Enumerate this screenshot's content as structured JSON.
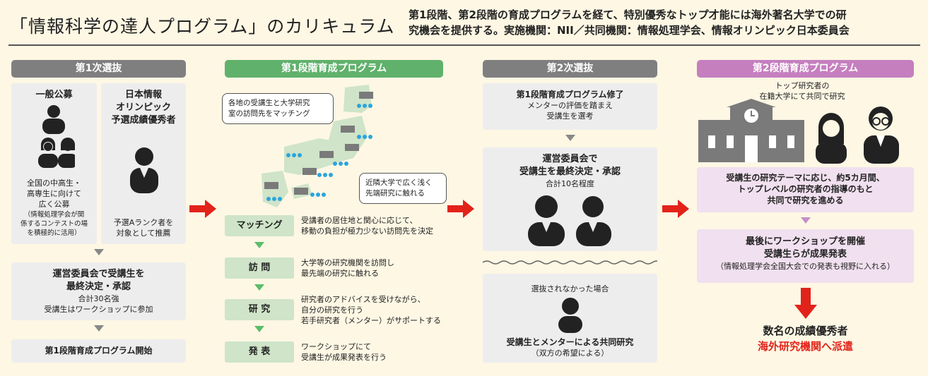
{
  "title": "「情報科学の達人プログラム」のカリキュラム",
  "description_lines": [
    "第1段階、第2段階の育成プログラムを経て、特別優秀なトップ才能には海外著名大学での研",
    "究機会を提供する。実施機関：NII／共同機関：情報処理学会、情報オリンピック日本委員会"
  ],
  "colors": {
    "gray_header": "#807f80",
    "green_header": "#60b16b",
    "purple_header": "#c57fbf",
    "red": "#e2231a",
    "background": "#fdf7e4"
  },
  "col1": {
    "header": "第1次選抜",
    "left": {
      "title": "一般公募",
      "lines": [
        "全国の中高生・",
        "高専生に向けて",
        "広く公募"
      ],
      "note": [
        "（情報処理学会が関",
        "係するコンテストの場",
        "を積極的に活用）"
      ]
    },
    "right": {
      "title": [
        "日本情報",
        "オリンピック",
        "予選成績優秀者"
      ],
      "lines": [
        "予選Aランク者を",
        "対象として推薦"
      ]
    },
    "decision": {
      "lines": [
        "運営委員会で受講生を",
        "最終決定・承認"
      ],
      "sub": [
        "合計30名強",
        "受講生はワークショップに参加"
      ]
    },
    "start": "第1段階育成プログラム開始"
  },
  "col2": {
    "header": "第1段階育成プログラム",
    "bubble1": [
      "各地の受講生と大学研究",
      "室の訪問先をマッチング"
    ],
    "bubble2": [
      "近隣大学で広く浅く",
      "先端研究に触れる"
    ],
    "steps": [
      {
        "label": "マッチング",
        "desc": [
          "受講者の居住地と関心に応じて、",
          "移動の負担が極力少ない訪問先を決定"
        ]
      },
      {
        "label": "訪 問",
        "desc": [
          "大学等の研究機関を訪問し",
          "最先端の研究に触れる"
        ]
      },
      {
        "label": "研 究",
        "desc": [
          "研究者のアドバイスを受けながら、",
          "自分の研究を行う",
          "若手研究者（メンター）がサポートする"
        ]
      },
      {
        "label": "発 表",
        "desc": [
          "ワークショップにて",
          "受講生が成果発表を行う"
        ]
      }
    ]
  },
  "col3": {
    "header": "第2次選抜",
    "box1": {
      "title": "第1段階育成プログラム修了",
      "lines": [
        "メンターの評価を踏まえ",
        "受講生を選考"
      ]
    },
    "box2": {
      "title": [
        "運営委員会で",
        "受講生を最終決定・承認"
      ],
      "sub": "合計10名程度"
    },
    "box3": {
      "top": "選抜されなかった場合",
      "title": "受講生とメンターによる共同研究",
      "sub": "（双方の希望による）"
    }
  },
  "col4": {
    "header": "第2段階育成プログラム",
    "caption": [
      "トップ研究者の",
      "在籍大学にて共同で研究"
    ],
    "box1": [
      "受講生の研究テーマに応じ、約5カ月間、",
      "トップレベルの研究者の指導のもと",
      "共同で研究を進める"
    ],
    "box2": {
      "lines": [
        "最後にワークショップを開催",
        "受講生らが成果発表"
      ],
      "sub": "（情報処理学会全国大会での発表も視野に入れる）"
    },
    "result": "数名の成績優秀者",
    "result_red": "海外研究機関へ派遣"
  }
}
